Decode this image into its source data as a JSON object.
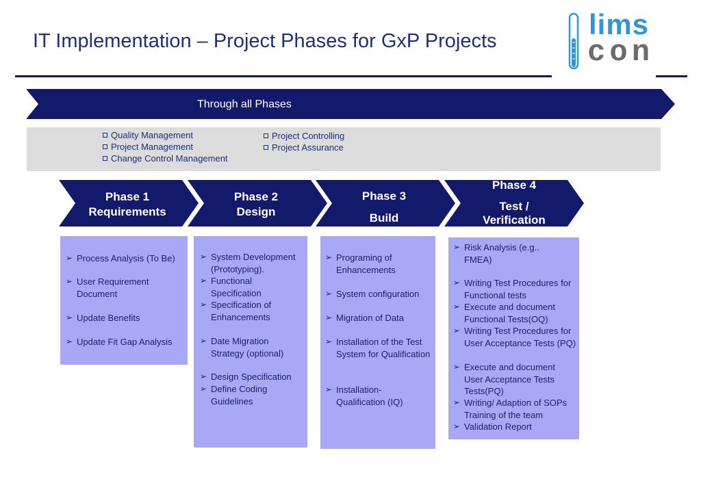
{
  "header": {
    "title": "IT Implementation – Project Phases for GxP Projects",
    "logo_top": "lims",
    "logo_bottom": "con"
  },
  "through_all_phases": {
    "label": "Through all Phases",
    "left_items": [
      "Quality Management",
      "Project Management",
      "Change Control Management"
    ],
    "right_items": [
      "Project Controlling",
      "Project Assurance"
    ]
  },
  "phases": [
    {
      "line1": "Phase 1",
      "line2": "Requirements",
      "items": [
        "Process Analysis (To Be)",
        "User Requirement Document",
        "Update Benefits",
        "Update Fit Gap Analysis"
      ]
    },
    {
      "line1": "Phase 2",
      "line2": "Design",
      "items": [
        "System Development (Prototyping).",
        "Functional Specification",
        "Specification of Enhancements",
        "Date Migration Strategy (optional)",
        "Design Specification",
        "Define Coding Guidelines"
      ]
    },
    {
      "line1": "Phase 3",
      "line2": "Build",
      "items": [
        "Programing of Enhancements",
        "System configuration",
        "Migration of Data",
        "Installation of the Test System for Qualification",
        "Installation-Qualification (IQ)"
      ]
    },
    {
      "line1": "Phase 4",
      "line2": "Test /",
      "line3": "Verification",
      "items": [
        "Risk Analysis (e.g.. FMEA)",
        "Writing Test Procedures for Functional tests",
        "Execute and document Functional Tests(OQ)",
        "Writing Test Procedures for User Acceptance Tests (PQ)",
        "Execute and document User Acceptance Tests Tests(PQ)",
        "Writing/ Adaption of SOPs Training of the team",
        "Validation Report"
      ]
    }
  ],
  "colors": {
    "navy": "#141a6b",
    "title_blue": "#1c2f7a",
    "phase_box": "#a8a8f6",
    "grey_box": "#dcdcdc",
    "logo_blue": "#2f97d6",
    "logo_grey": "#6b6b6b"
  },
  "icons": {
    "bullet": "square-bullet-icon",
    "list_marker": "arrowhead-bullet-icon",
    "logo": "test-tube-logo-icon"
  }
}
